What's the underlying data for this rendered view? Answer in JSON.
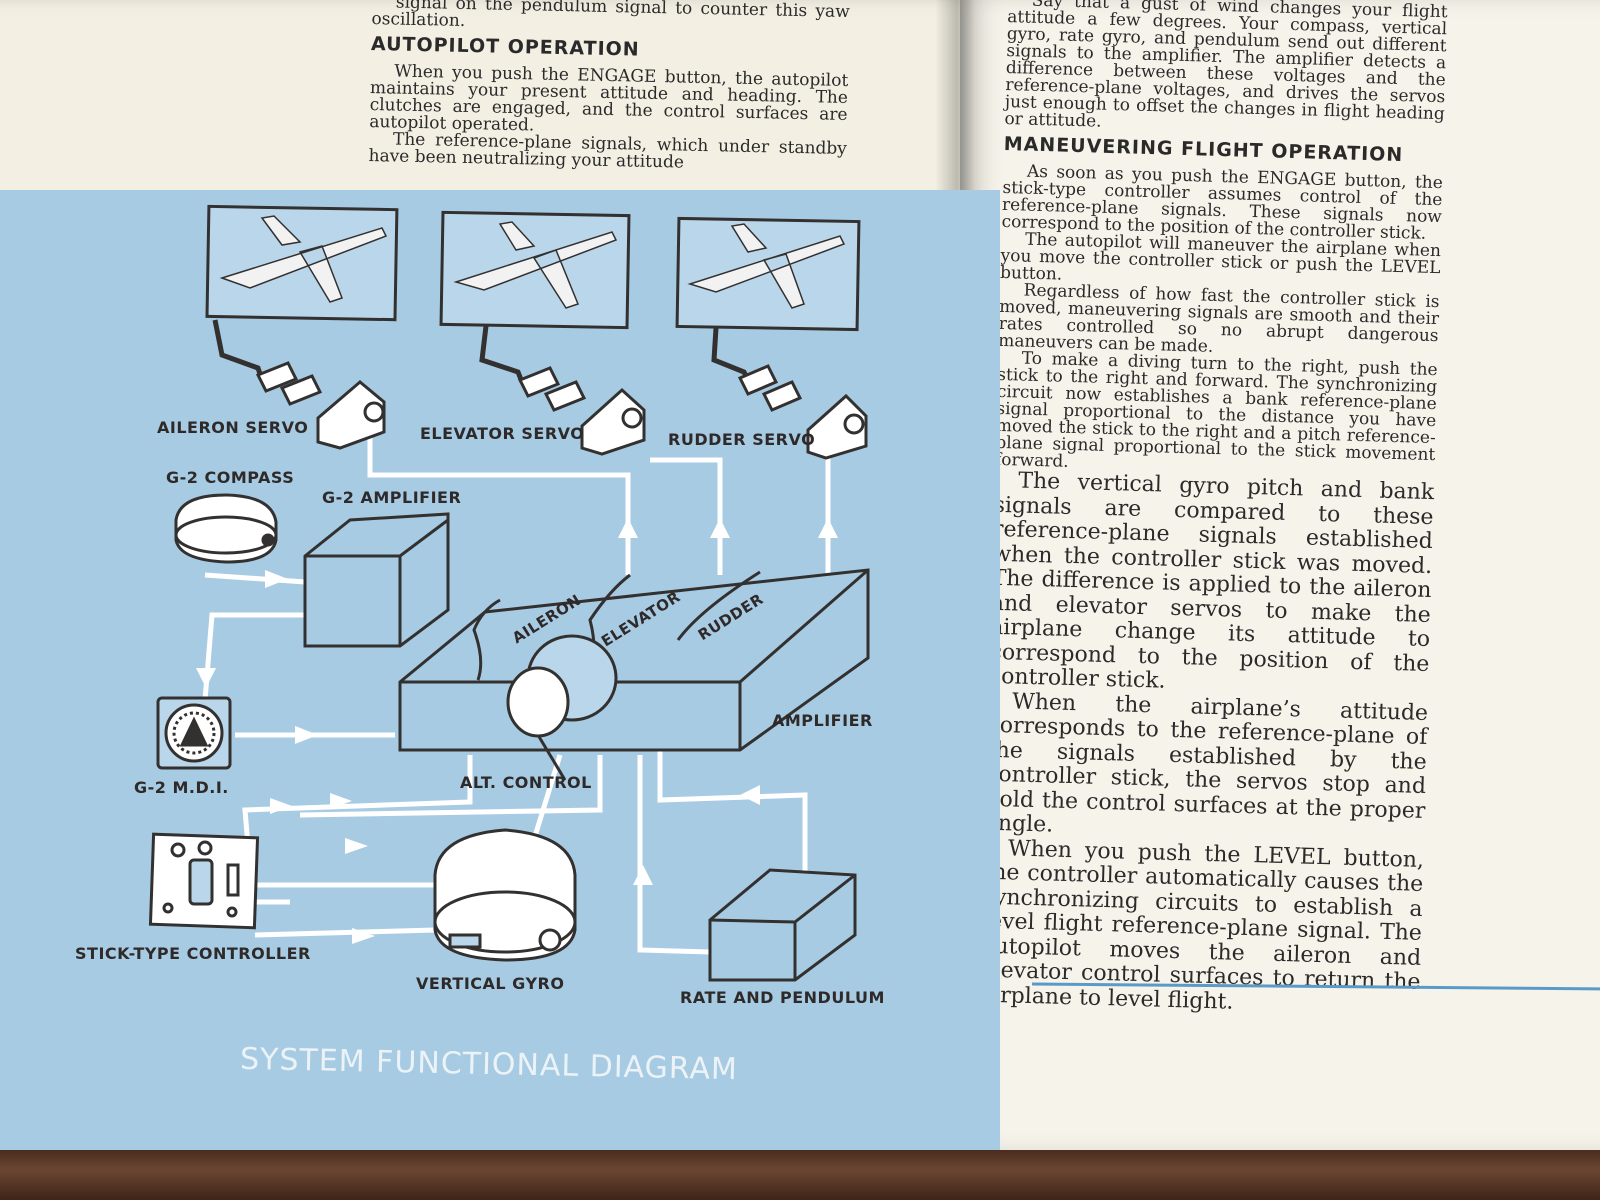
{
  "left_page": {
    "fragment_top": "signal on the pendulum signal to counter this yaw oscillation.",
    "heading": "AUTOPILOT OPERATION",
    "paragraph_1": "When you push the ENGAGE button, the autopilot maintains your present attitude and heading. The clutches are engaged, and the control surfaces are autopilot operated.",
    "paragraph_2": "The reference-plane signals, which under standby have been neutralizing your attitude"
  },
  "right_page": {
    "fragment_top": "Say that a gust of wind changes your flight attitude a few degrees. Your compass, vertical gyro, rate gyro, and pendulum send out different signals to the amplifier. The amplifier detects a difference between these voltages and the reference-plane voltages, and drives the servos just enough to offset the changes in flight heading or attitude.",
    "heading": "MANEUVERING FLIGHT OPERATION",
    "paragraphs": [
      "As soon as you push the ENGAGE button, the stick-type controller assumes control of the reference-plane signals. These signals now correspond to the position of the controller stick.",
      "The autopilot will maneuver the airplane when you move the controller stick or push the LEVEL button.",
      "Regardless of how fast the controller stick is moved, maneuvering signals are smooth and their rates controlled so no abrupt dangerous maneuvers can be made.",
      "To make a diving turn to the right, push the stick to the right and forward. The synchronizing circuit now establishes a bank reference-plane signal proportional to the distance you have moved the stick to the right and a pitch reference-plane signal proportional to the stick movement forward."
    ],
    "paragraphs_large": [
      "The vertical gyro pitch and bank signals are compared to these reference-plane signals established when the controller stick was moved. The difference is applied to the aileron and elevator servos to make the airplane change its attitude to correspond to the position of the controller stick.",
      "When the airplane’s attitude corresponds to the reference-plane of the signals established by the controller stick, the servos stop and hold the control surfaces at the proper angle.",
      "When you push the LEVEL button, the controller automatically causes the synchronizing circuits to establish a level flight reference-plane signal. The autopilot moves the aileron and elevator control surfaces to return the airplane to level flight."
    ]
  },
  "diagram": {
    "caption": "SYSTEM FUNCTIONAL DIAGRAM",
    "labels": {
      "aileron_servo": "AILERON SERVO",
      "elevator_servo": "ELEVATOR SERVO",
      "rudder_servo": "RUDDER SERVO",
      "g2_compass": "G-2 COMPASS",
      "g2_amplifier": "G-2 AMPLIFIER",
      "g2_mdi": "G-2 M.D.I.",
      "alt_control": "ALT. CONTROL",
      "amplifier": "AMPLIFIER",
      "stick_controller": "STICK-TYPE CONTROLLER",
      "vertical_gyro": "VERTICAL GYRO",
      "rate_pendulum": "RATE AND PENDULUM",
      "channel_aileron": "AILERON",
      "channel_elevator": "ELEVATOR",
      "channel_rudder": "RUDDER"
    },
    "colors": {
      "background": "#a8cbe4",
      "line": "#ffffff",
      "ink": "#333030"
    }
  }
}
